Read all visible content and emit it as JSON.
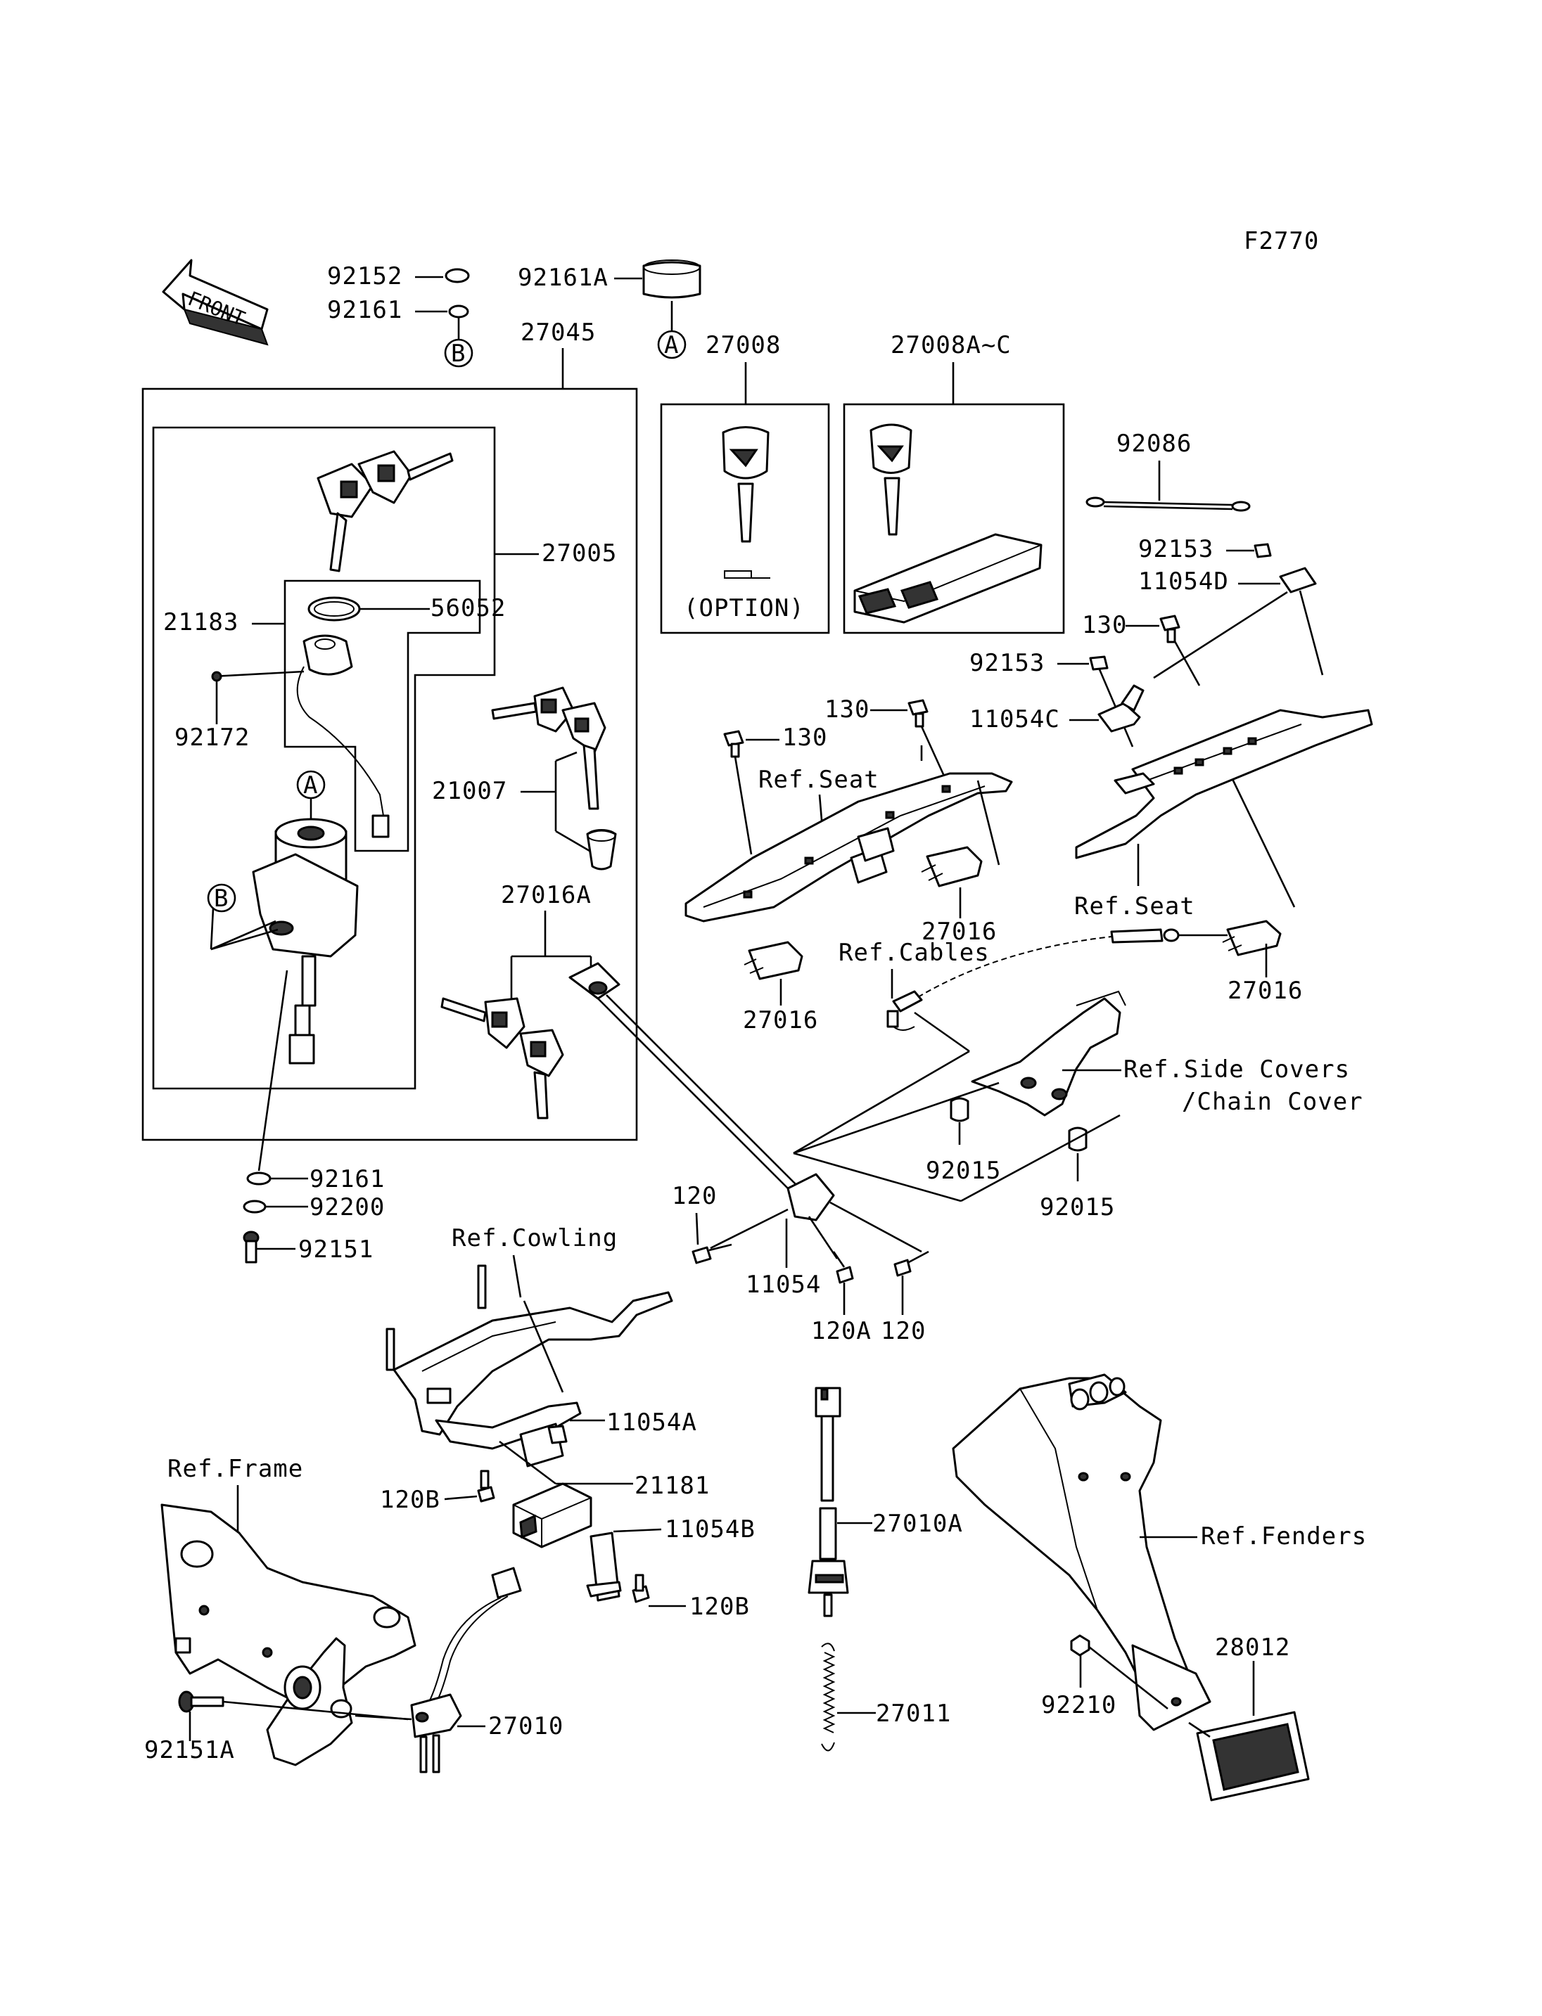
{
  "figure_code": "F2770",
  "front_arrow_text": "FRONT",
  "circle_markers": {
    "a": "A",
    "b": "B"
  },
  "option_text": "(OPTION)",
  "parts": {
    "p92152": "92152",
    "p92161_top": "92161",
    "p92161A": "92161A",
    "p27045": "27045",
    "p27008": "27008",
    "p27008AC": "27008A~C",
    "p92086": "92086",
    "p27005": "27005",
    "p21183": "21183",
    "p56052": "56052",
    "p92172": "92172",
    "p92153_a": "92153",
    "p11054D": "11054D",
    "p130_a": "130",
    "p92153_b": "92153",
    "p11054C": "11054C",
    "p130_b": "130",
    "p130_c": "130",
    "p21007": "21007",
    "p27016_a": "27016",
    "p27016A": "27016A",
    "p27016_b": "27016",
    "p27016_c": "27016",
    "p92161_bot": "92161",
    "p92200": "92200",
    "p92151": "92151",
    "p120_a": "120",
    "p92015_a": "92015",
    "p92015_b": "92015",
    "p11054": "11054",
    "p120A": "120A",
    "p120_b": "120",
    "p11054A": "11054A",
    "p21181": "21181",
    "p120B_a": "120B",
    "p11054B": "11054B",
    "p120B_b": "120B",
    "p27010A": "27010A",
    "p28012": "28012",
    "p92210": "92210",
    "p27011": "27011",
    "p27010": "27010",
    "p92151A": "92151A"
  },
  "refs": {
    "seat_a": "Ref.Seat",
    "seat_b": "Ref.Seat",
    "cables": "Ref.Cables",
    "side_covers": "Ref.Side Covers",
    "chain_cover": "/Chain Cover",
    "cowling": "Ref.Cowling",
    "frame": "Ref.Frame",
    "fenders": "Ref.Fenders"
  }
}
